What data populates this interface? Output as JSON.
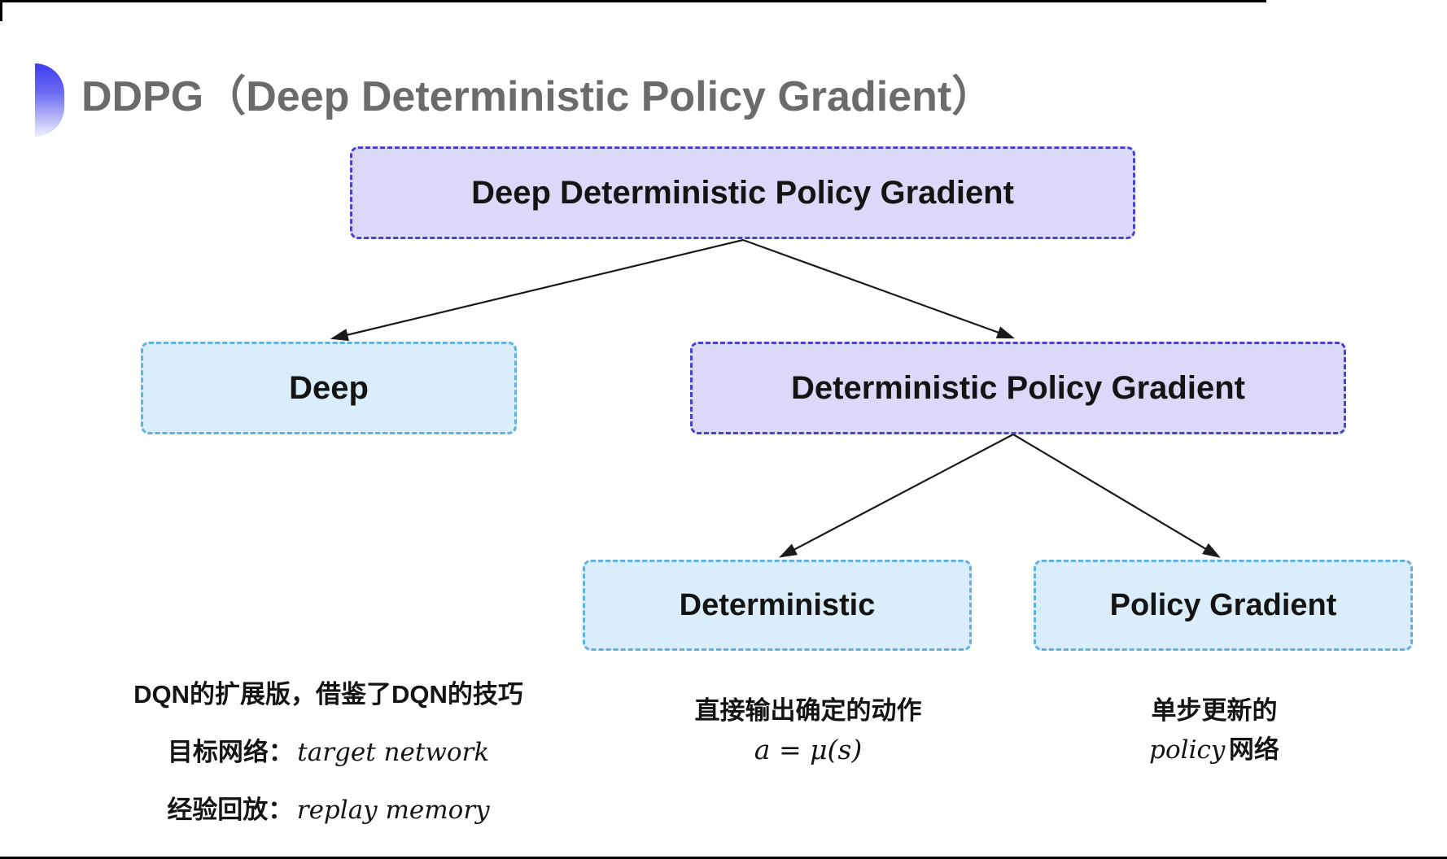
{
  "slide": {
    "title": "DDPG（Deep Deterministic Policy Gradient）",
    "bullet_icon": "blue-gradient-semicircle"
  },
  "colors": {
    "purple_node_fill": "#dcd8f7",
    "purple_node_border": "#4a42cf",
    "cyan_node_fill": "#d9eefa",
    "cyan_node_border": "#60b1e0",
    "title_gray": "#6b6b6b",
    "text_black": "#141414",
    "arrow_black": "#1a1a1a",
    "bullet_blue_top": "#3d3df0"
  },
  "tree": {
    "root": {
      "label": "Deep Deterministic Policy Gradient",
      "style": "purple"
    },
    "deep": {
      "label": "Deep",
      "style": "cyan"
    },
    "dpg": {
      "label": "Deterministic Policy Gradient",
      "style": "purple"
    },
    "det": {
      "label": "Deterministic",
      "style": "cyan"
    },
    "pg": {
      "label": "Policy Gradient",
      "style": "cyan"
    },
    "edges": [
      {
        "from": "Deep Deterministic Policy Gradient",
        "to": "Deep"
      },
      {
        "from": "Deep Deterministic Policy Gradient",
        "to": "Deterministic Policy Gradient"
      },
      {
        "from": "Deterministic Policy Gradient",
        "to": "Deterministic"
      },
      {
        "from": "Deterministic Policy Gradient",
        "to": "Policy Gradient"
      }
    ]
  },
  "notes": {
    "deep": {
      "line1": "DQN的扩展版，借鉴了DQN的技巧",
      "line2_cjk": "目标网络：",
      "line2_latin": "target network",
      "line3_cjk": "经验回放：",
      "line3_latin": "replay memory"
    },
    "deterministic": {
      "line1": "直接输出确定的动作",
      "formula": "a = μ(s)"
    },
    "policy_gradient": {
      "line1": "单步更新的",
      "line2_latin": "policy",
      "line2_cjk": " 网络"
    }
  }
}
